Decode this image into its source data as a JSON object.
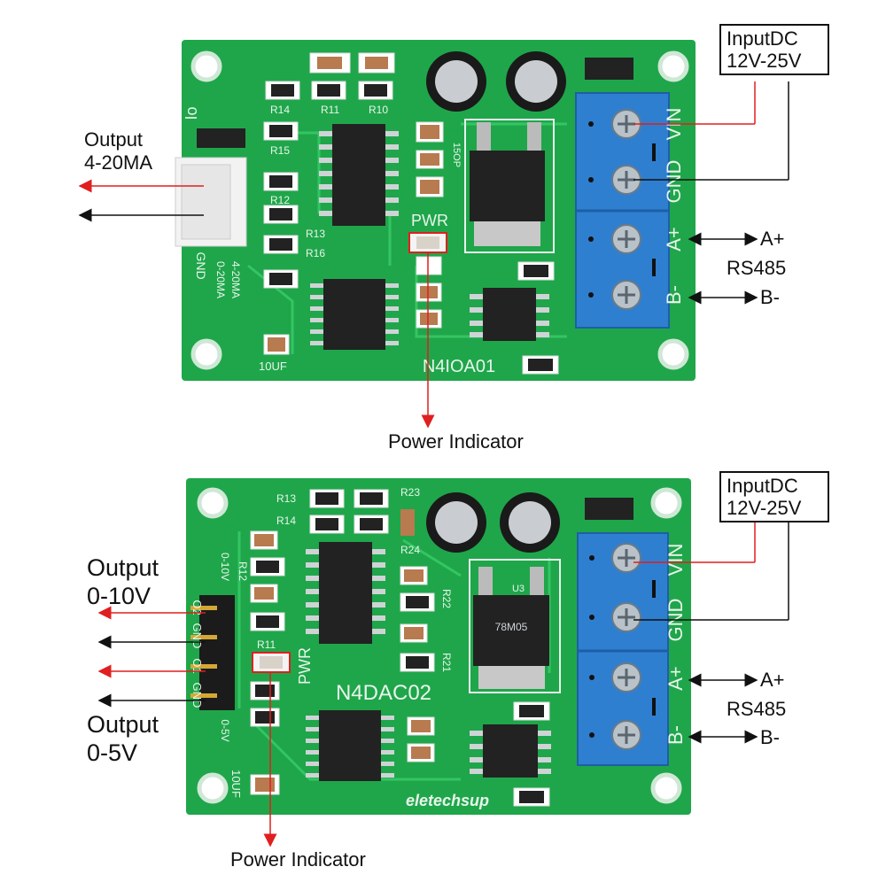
{
  "board_top": {
    "silk_model": "N4IOA01",
    "silk_pwr": "PWR",
    "silk_io": "Io",
    "silk_r": [
      "R14",
      "R11",
      "R10",
      "R15",
      "R12",
      "R13",
      "R16"
    ],
    "silk_cap": "10UF",
    "silk_15p": "15OP",
    "silk_terminals": [
      "VIN",
      "GND",
      "A+",
      "B-"
    ],
    "silk_out": [
      "4-20MA",
      "0-20MA"
    ],
    "silk_gnd": "GND"
  },
  "board_bottom": {
    "silk_model": "N4DAC02",
    "silk_pwr": "PWR",
    "silk_brand": "eletechsup",
    "silk_r": [
      "R13",
      "R14",
      "R23",
      "R24",
      "R12",
      "R22",
      "R11",
      "R21"
    ],
    "silk_cap": "10UF",
    "silk_ic": "78M05",
    "silk_u3": "U3",
    "silk_terminals": [
      "VIN",
      "GND",
      "A+",
      "B-"
    ],
    "silk_pins": [
      "O2",
      "GND",
      "O1",
      "GND"
    ],
    "silk_v": [
      "0-10V",
      "0-5V"
    ]
  },
  "annotations_top": {
    "input_line1": "InputDC",
    "input_line2": "12V-25V",
    "output_line1": "Output",
    "output_line2": "4-20MA",
    "a_plus": "A+",
    "rs485": "RS485",
    "b_minus": "B-",
    "power_indicator": "Power Indicator"
  },
  "annotations_bottom": {
    "input_line1": "InputDC",
    "input_line2": "12V-25V",
    "output1_line1": "Output",
    "output1_line2": "0-10V",
    "output2_line1": "Output",
    "output2_line2": "0-5V",
    "a_plus": "A+",
    "rs485": "RS485",
    "b_minus": "B-",
    "power_indicator": "Power Indicator"
  },
  "colors": {
    "pcb": "#1fa64a",
    "pcb_trace": "#2fbf5a",
    "terminal": "#2f7fd0",
    "arrow_red": "#e01f1f",
    "arrow_black": "#111111",
    "chip": "#222222",
    "silk": "#e8f5ec"
  }
}
